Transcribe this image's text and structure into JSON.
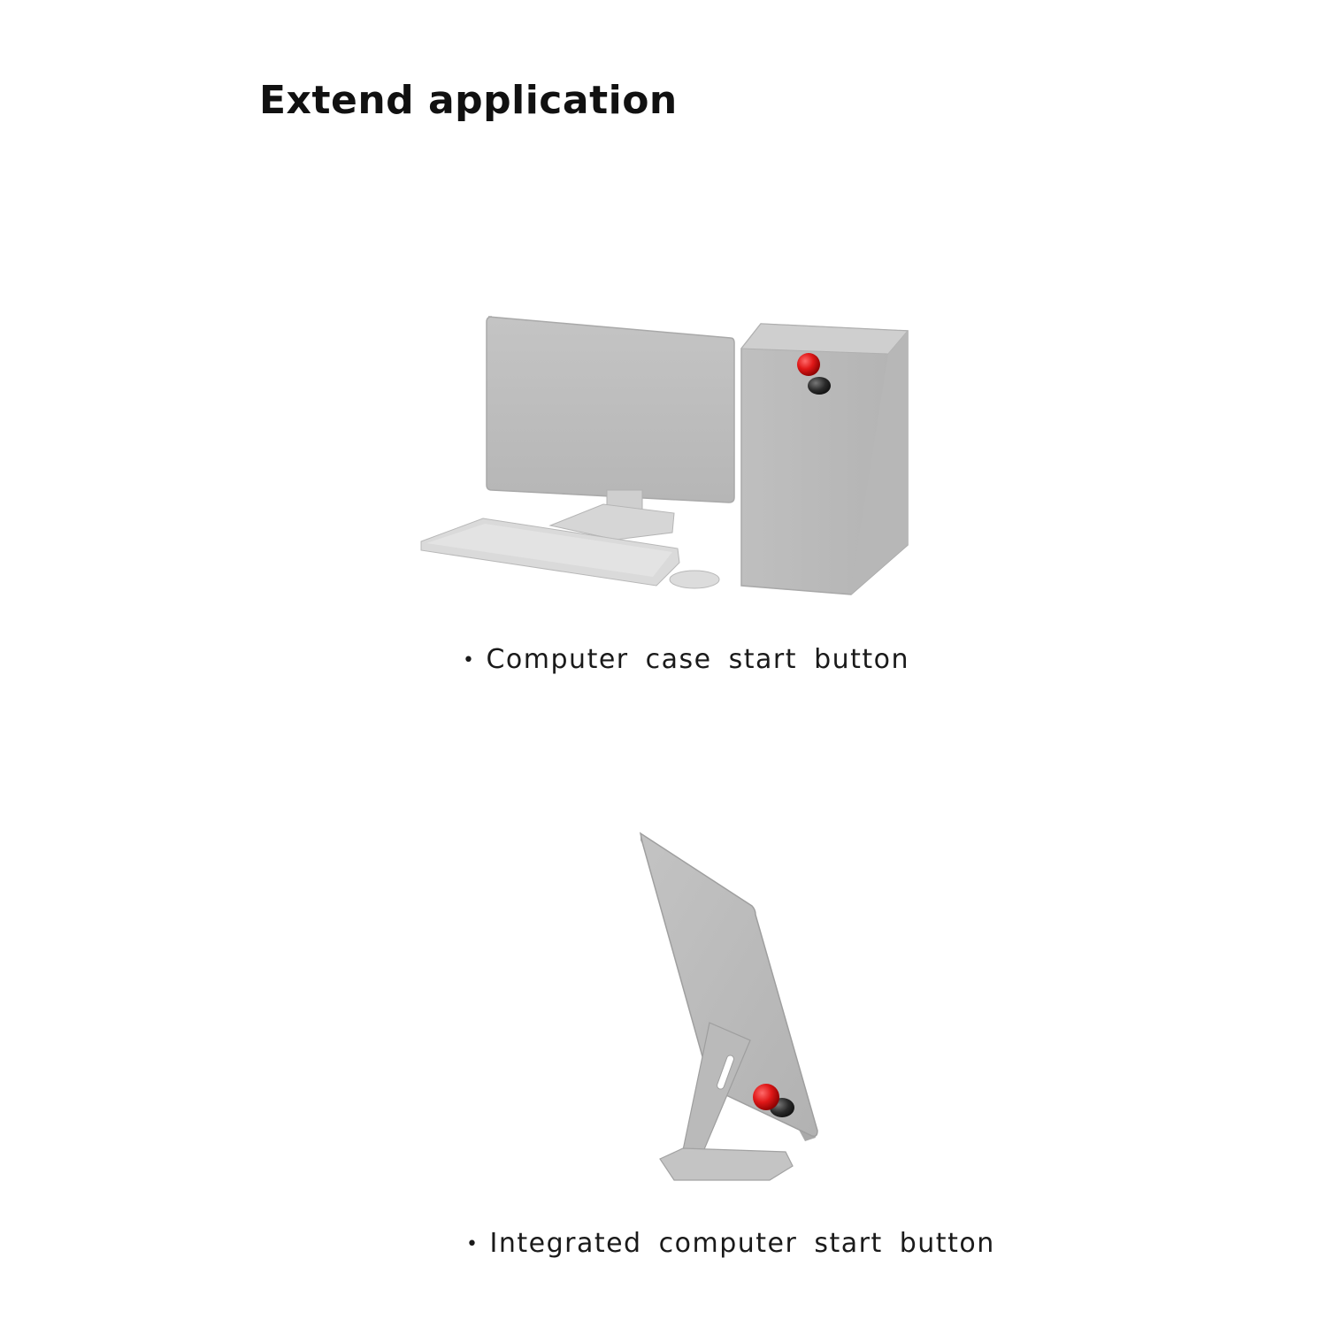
{
  "title": "Extend application",
  "items": [
    {
      "caption": "Computer case start button",
      "illustration": "desktop-computer-with-case-button"
    },
    {
      "caption": "Integrated computer start button",
      "illustration": "all-in-one-computer-with-button"
    }
  ],
  "colors": {
    "button_red": "#e01818",
    "button_base": "#2a2a2a",
    "device_gray": "#bdbdbd"
  }
}
